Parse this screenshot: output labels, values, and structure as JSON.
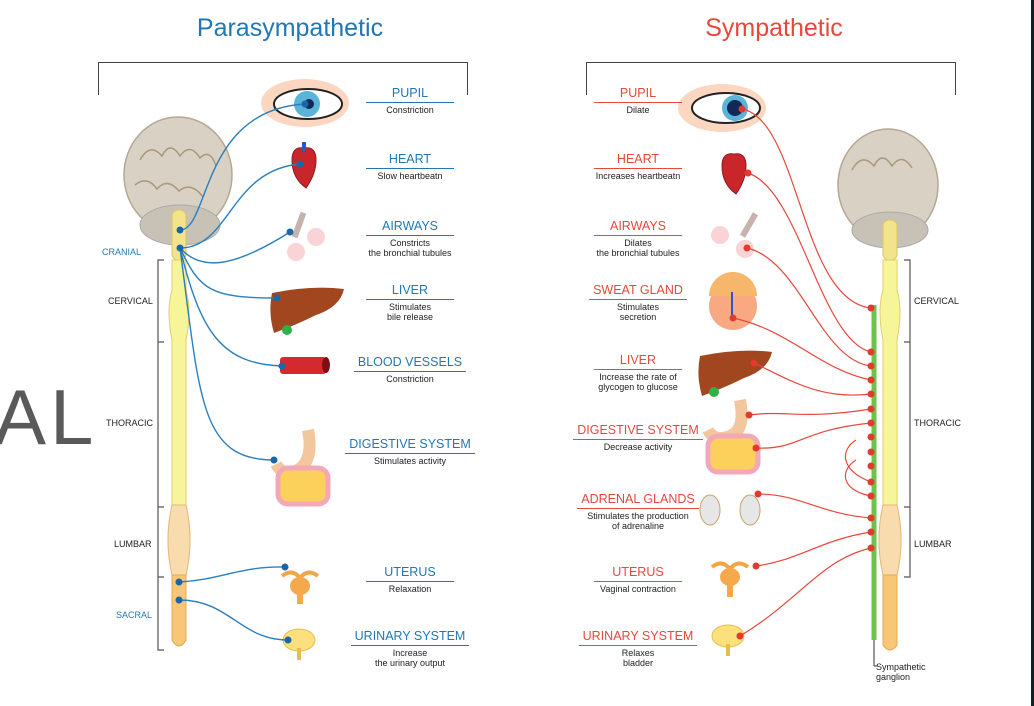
{
  "side_fragment": "AL",
  "parasympathetic": {
    "title": "Parasympathetic",
    "color": "#1f78b4",
    "organs": [
      {
        "name": "PUPIL",
        "effect": "Constriction"
      },
      {
        "name": "HEART",
        "effect": "Slow heartbeatn"
      },
      {
        "name": "AIRWAYS",
        "effect": "Constricts\nthe bronchial tubules"
      },
      {
        "name": "LIVER",
        "effect": "Stimulates\nbile release"
      },
      {
        "name": "BLOOD VESSELS",
        "effect": "Constriction"
      },
      {
        "name": "DIGESTIVE SYSTEM",
        "effect": "Stimulates activity"
      },
      {
        "name": "UTERUS",
        "effect": "Relaxation"
      },
      {
        "name": "URINARY SYSTEM",
        "effect": "Increase\nthe urinary output"
      }
    ],
    "segments": [
      "CRANIAL",
      "CERVICAL",
      "THORACIC",
      "LUMBAR",
      "SACRAL"
    ]
  },
  "sympathetic": {
    "title": "Sympathetic",
    "color": "#e8483a",
    "organs": [
      {
        "name": "PUPIL",
        "effect": "Dilate"
      },
      {
        "name": "HEART",
        "effect": "Increases heartbeatn"
      },
      {
        "name": "AIRWAYS",
        "effect": "Dilates\nthe bronchial tubules"
      },
      {
        "name": "SWEAT GLAND",
        "effect": "Stimulates\nsecretion"
      },
      {
        "name": "LIVER",
        "effect": "Increase the rate of\nglycogen to glucose"
      },
      {
        "name": "DIGESTIVE SYSTEM",
        "effect": "Decrease activity"
      },
      {
        "name": "ADRENAL GLANDS",
        "effect": "Stimulates the production\nof adrenaline"
      },
      {
        "name": "UTERUS",
        "effect": "Vaginal contraction"
      },
      {
        "name": "URINARY SYSTEM",
        "effect": "Relaxes\nbladder"
      }
    ],
    "segments": [
      "CERVICAL",
      "THORACIC",
      "LUMBAR"
    ],
    "ganglion_label": "Sympathetic\nganglion"
  }
}
